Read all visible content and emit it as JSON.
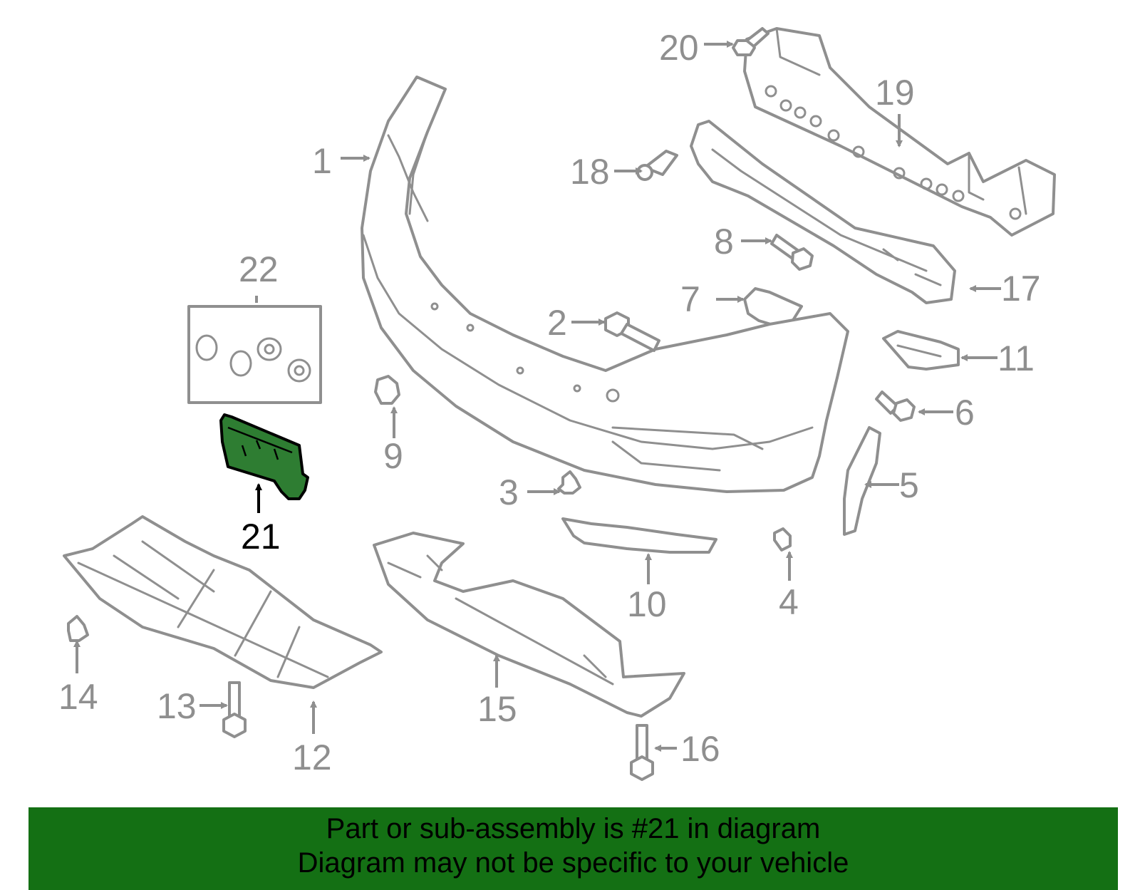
{
  "colors": {
    "line": "#8f8f8f",
    "highlight_fill": "#2e7d32",
    "highlight_stroke": "#000000",
    "banner_bg": "#147014",
    "banner_text": "#000000"
  },
  "callouts": {
    "c1": "1",
    "c2": "2",
    "c3": "3",
    "c4": "4",
    "c5": "5",
    "c6": "6",
    "c7": "7",
    "c8": "8",
    "c9": "9",
    "c10": "10",
    "c11": "11",
    "c12": "12",
    "c13": "13",
    "c14": "14",
    "c15": "15",
    "c16": "16",
    "c17": "17",
    "c18": "18",
    "c19": "19",
    "c20": "20",
    "c21": "21",
    "c22": "22"
  },
  "highlighted_part": "21",
  "banner": {
    "line1": "Part or sub-assembly is #21 in diagram",
    "line2": "Diagram may not be specific to your vehicle"
  }
}
